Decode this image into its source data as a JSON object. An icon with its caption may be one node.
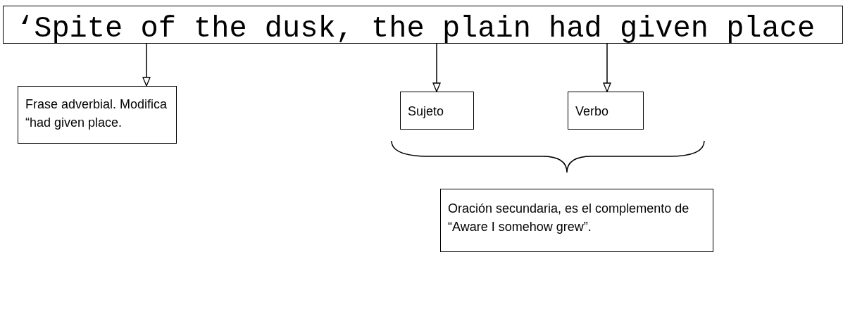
{
  "diagram": {
    "nodes": [
      {
        "text": [
          "‘Spite of the dusk, the plain had given place"
        ]
      },
      {
        "text": [
          "Frase adverbial. Modifica “had given place."
        ]
      },
      {
        "text": [
          "Sujeto"
        ]
      },
      {
        "text": [
          "Verbo"
        ]
      },
      {
        "text": [
          "Oración secundaria, es el complemento de “Aware I somehow grew”."
        ]
      }
    ],
    "edges": [
      {
        "from": 0,
        "to": 1,
        "arrow": "to"
      },
      {
        "from": 0,
        "to": 2,
        "arrow": "to"
      },
      {
        "from": 0,
        "to": 3,
        "arrow": "to"
      }
    ]
  }
}
